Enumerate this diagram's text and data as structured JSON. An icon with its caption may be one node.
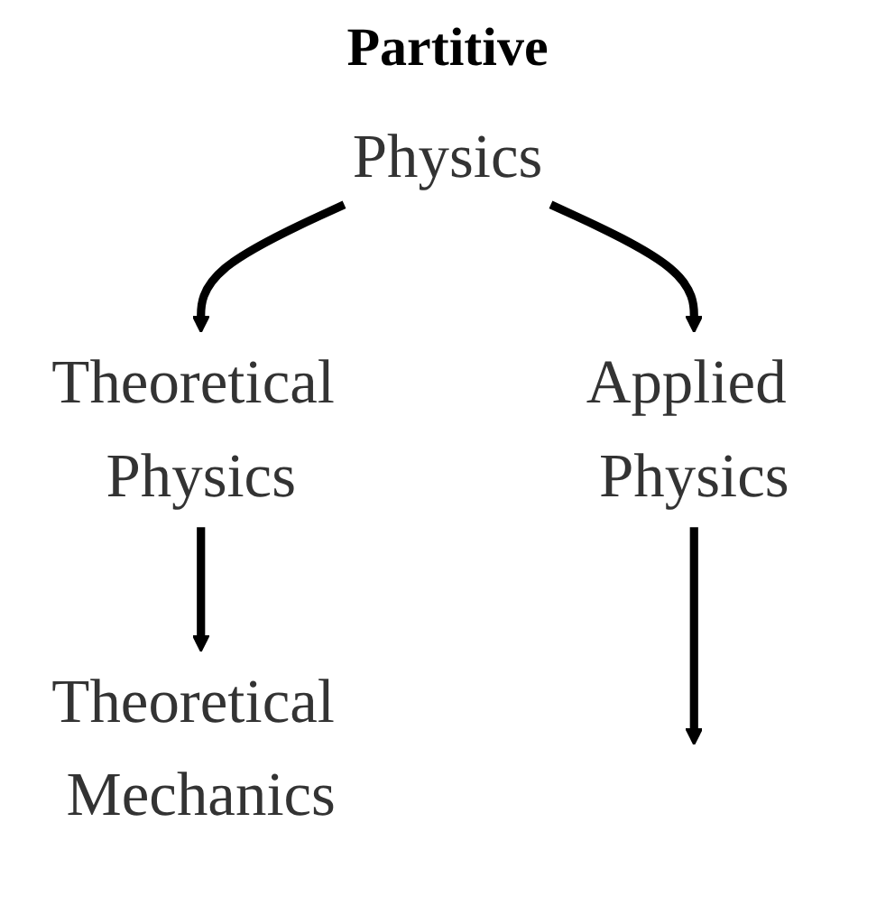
{
  "diagram": {
    "title": "Partitive",
    "nodes": [
      {
        "text": [
          "Physics"
        ]
      },
      {
        "text": [
          "Theoretical Physics"
        ]
      },
      {
        "text": [
          "Applied Physics"
        ]
      },
      {
        "text": [
          "Theoretical Mechanics"
        ]
      }
    ],
    "edges": [
      {
        "from": 0,
        "to": 1,
        "arrow": "to"
      },
      {
        "from": 0,
        "to": 2,
        "arrow": "to"
      },
      {
        "from": 1,
        "to": 3,
        "arrow": "to"
      },
      {
        "from": 2,
        "to": null,
        "arrow": "to"
      }
    ]
  }
}
